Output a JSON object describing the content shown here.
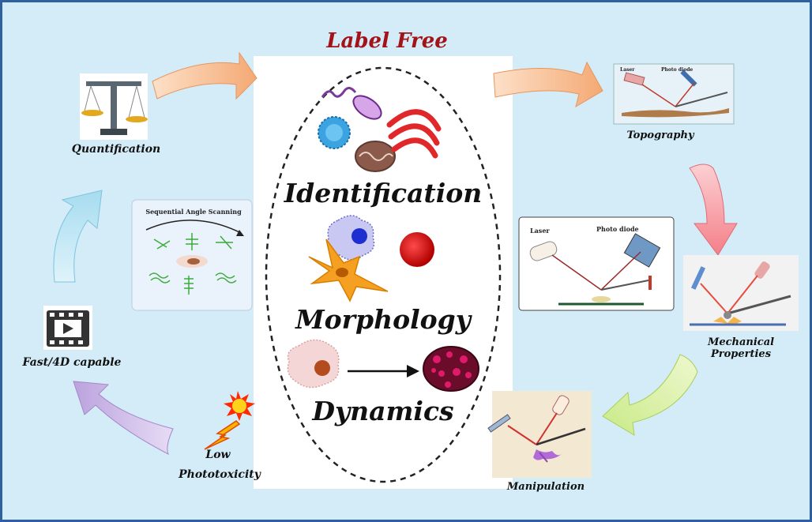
{
  "header": {
    "title": "Label Free"
  },
  "center": {
    "item1": "Identification",
    "item2": "Morphology",
    "item3": "Dynamics"
  },
  "features": {
    "quantification": "Quantification",
    "topography": "Topography",
    "mechanical": "Mechanical Properties",
    "manipulation": "Manipulation",
    "low": "Low",
    "phototoxicity": "Phototoxicity",
    "fast": "Fast/4D capable"
  },
  "diagrams": {
    "scanning": "Sequential Angle Scanning",
    "laser": "Laser",
    "photodiode": "Photo diode"
  },
  "colors": {
    "title": "#a3141a",
    "arrow_orange": "#f6b98a",
    "arrow_pink": "#f59aa0",
    "arrow_green": "#d9f0a8",
    "arrow_purple": "#cdb8e6",
    "arrow_blue": "#b8e2f2"
  }
}
